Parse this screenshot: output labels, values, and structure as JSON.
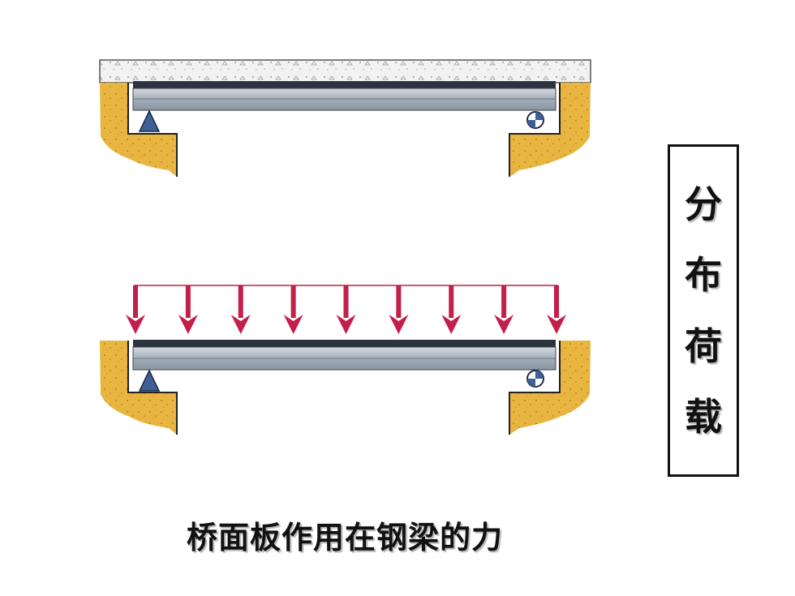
{
  "side_label": [
    "分",
    "布",
    "荷",
    "载"
  ],
  "caption": "桥面板作用在钢梁的力",
  "colors": {
    "arrow": "#c41e4a",
    "beam": "#a9b2bd",
    "beam_dark": "#2b3240",
    "abutment": "#e8b640",
    "deck": "#eeeeee"
  },
  "load_arrow_count": 9
}
